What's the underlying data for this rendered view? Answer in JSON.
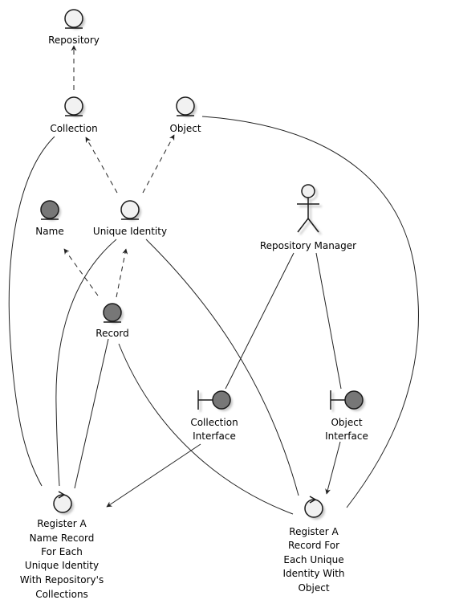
{
  "colors": {
    "entity_fill": "#f1f1f1",
    "dark_fill": "#777777",
    "stroke": "#1a1a1a",
    "shadow": "#c8c8c8",
    "line": "#222222"
  },
  "nodes": {
    "repository": {
      "label": "Repository",
      "kind": "entity"
    },
    "collection": {
      "label": "Collection",
      "kind": "entity"
    },
    "object": {
      "label": "Object",
      "kind": "entity"
    },
    "name": {
      "label": "Name",
      "kind": "entity-dark"
    },
    "unique_identity": {
      "label": "Unique Identity",
      "kind": "entity"
    },
    "repository_manager": {
      "label": "Repository Manager",
      "kind": "actor"
    },
    "record": {
      "label": "Record",
      "kind": "entity-dark"
    },
    "collection_interface": {
      "label_lines": [
        "Collection",
        "Interface"
      ],
      "kind": "boundary"
    },
    "object_interface": {
      "label_lines": [
        "Object",
        "Interface"
      ],
      "kind": "boundary"
    },
    "register_name_record": {
      "label_lines": [
        "Register A",
        "Name Record",
        "For Each",
        "Unique Identity",
        "With Repository's",
        "Collections"
      ],
      "kind": "control"
    },
    "register_record": {
      "label_lines": [
        "Register A",
        "Record For",
        "Each Unique",
        "Identity With",
        "Object"
      ],
      "kind": "control"
    }
  }
}
